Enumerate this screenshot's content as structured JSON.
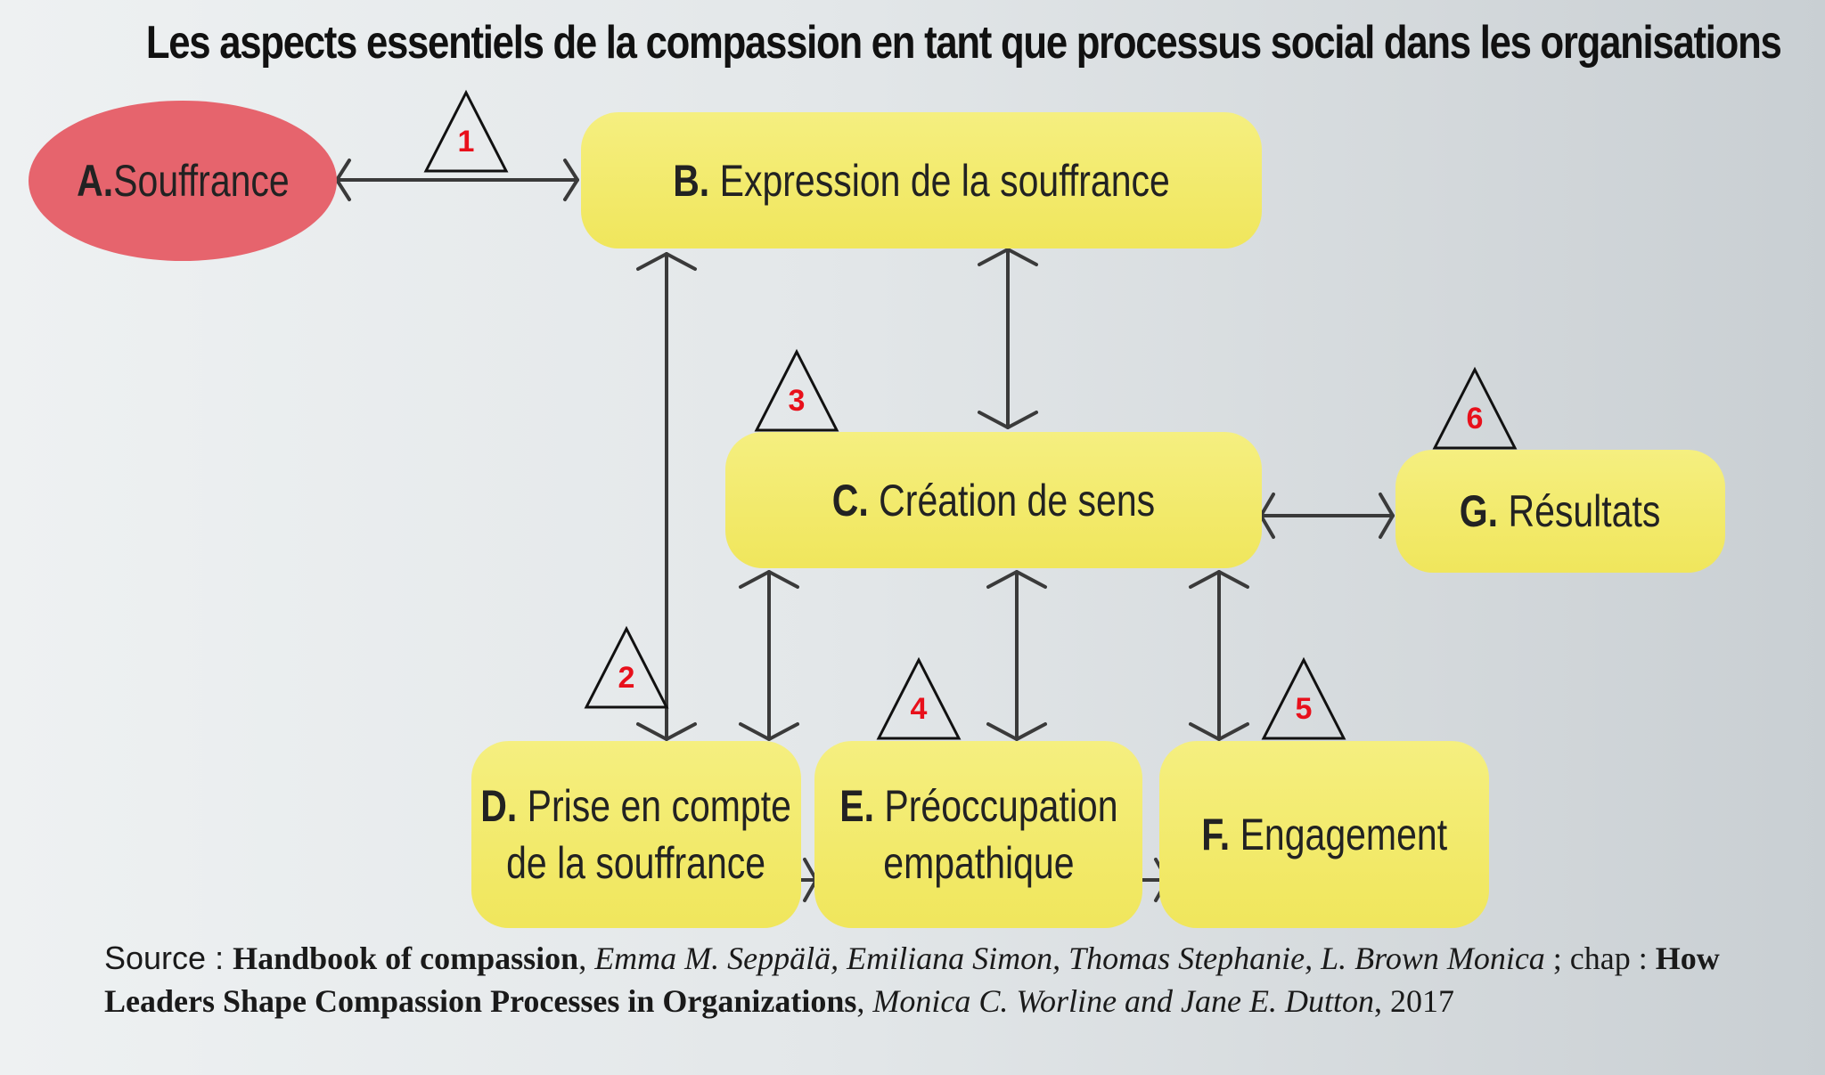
{
  "title": "Les aspects essentiels de la compassion en tant que processus social dans les organisations",
  "nodes": {
    "a": {
      "letter": "A.",
      "text": "Souffrance"
    },
    "b": {
      "letter": "B.",
      "text": "Expression de la souffrance"
    },
    "c": {
      "letter": "C.",
      "text": "Création de sens"
    },
    "d": {
      "letter": "D.",
      "line1": "Prise en compte",
      "line2": "de la souffrance"
    },
    "e": {
      "letter": "E.",
      "line1": "Préoccupation",
      "line2": "empathique"
    },
    "f": {
      "letter": "F.",
      "text": "Engagement"
    },
    "g": {
      "letter": "G.",
      "text": "Résultats"
    }
  },
  "triangles": [
    "1",
    "2",
    "3",
    "4",
    "5",
    "6"
  ],
  "source": {
    "lead": "Source : ",
    "book": "Handbook of compassion",
    "sep1": ", ",
    "editors": "Emma M. Seppälä, Emiliana Simon, Thomas Stephanie, L. Brown Monica",
    "chap": " ; chap : ",
    "chapter": "How Leaders Shape Compassion Processes in Organizations",
    "sep2": ", ",
    "authors": "Monica C. Worline and Jane E. Dutton",
    "year": ", 2017"
  },
  "colors": {
    "node_fill": "#f3ea6e",
    "suffering_fill": "#e6646d",
    "arrow": "#3a3a3a",
    "triangle_number": "#e8101b"
  }
}
